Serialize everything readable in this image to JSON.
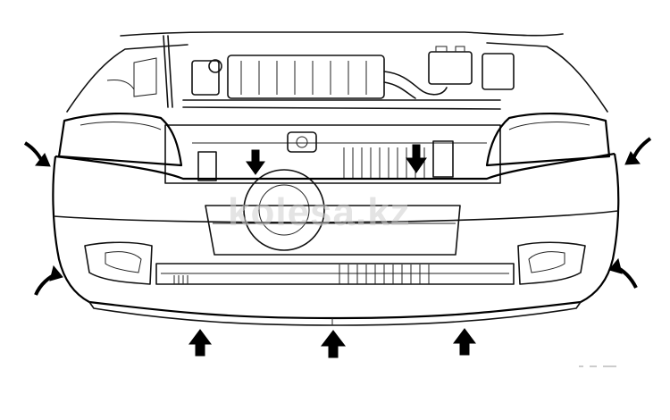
{
  "figure": {
    "watermark": "kolesa.kz",
    "corner_mark": "",
    "arrows": {
      "side_upper": 2,
      "side_lower": 2,
      "top_down": 2,
      "bottom_up": 3
    },
    "colors": {
      "line": "#111111",
      "background": "#ffffff",
      "watermark": "#cfcfcf"
    }
  }
}
